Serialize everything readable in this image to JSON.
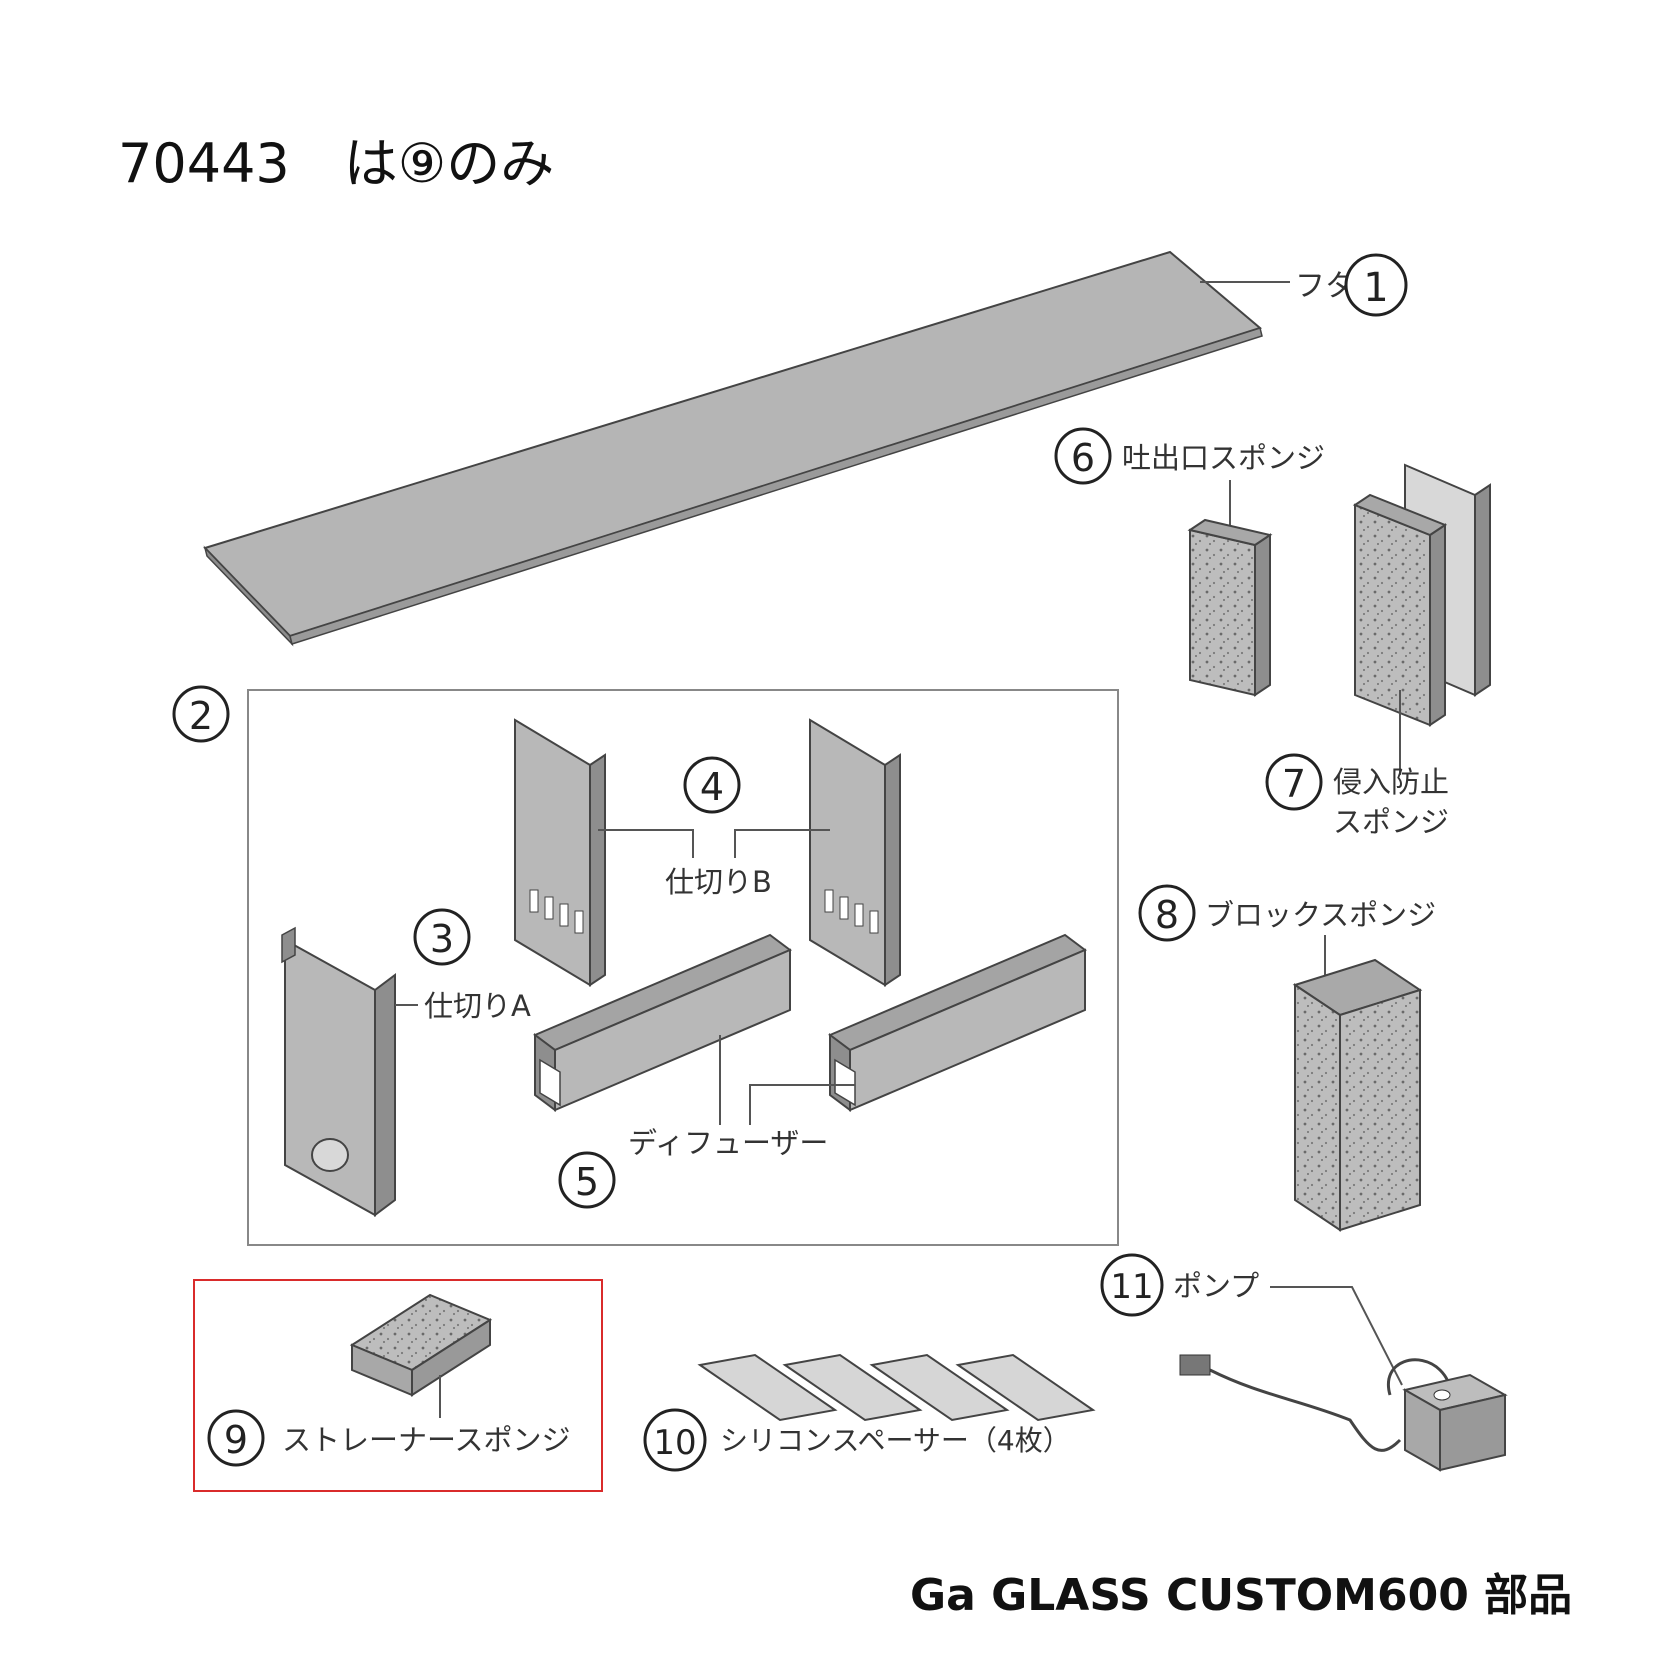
{
  "header": {
    "title": "70443　は⑨のみ"
  },
  "footer": {
    "caption": "Ga GLASS CUSTOM600 部品"
  },
  "colors": {
    "part_fill": "#b8b8b8",
    "part_dark": "#8e8e8e",
    "part_stroke": "#444444",
    "frame_stroke": "#888888",
    "highlight": "#d92b2b"
  },
  "parts": {
    "p1": {
      "num": "1",
      "label": "フタ"
    },
    "p2": {
      "num": "2"
    },
    "p3": {
      "num": "3",
      "label": "仕切りA"
    },
    "p4": {
      "num": "4",
      "label": "仕切りB"
    },
    "p5": {
      "num": "5",
      "label": "ディフューザー"
    },
    "p6": {
      "num": "6",
      "label": "吐出口スポンジ"
    },
    "p7": {
      "num": "7",
      "label1": "侵入防止",
      "label2": "スポンジ"
    },
    "p8": {
      "num": "8",
      "label": "ブロックスポンジ"
    },
    "p9": {
      "num": "9",
      "label": "ストレーナースポンジ"
    },
    "p10": {
      "num": "10",
      "label": "シリコンスペーサー（4枚）"
    },
    "p11": {
      "num": "11",
      "label": "ポンプ"
    }
  },
  "highlighted_part": "9"
}
